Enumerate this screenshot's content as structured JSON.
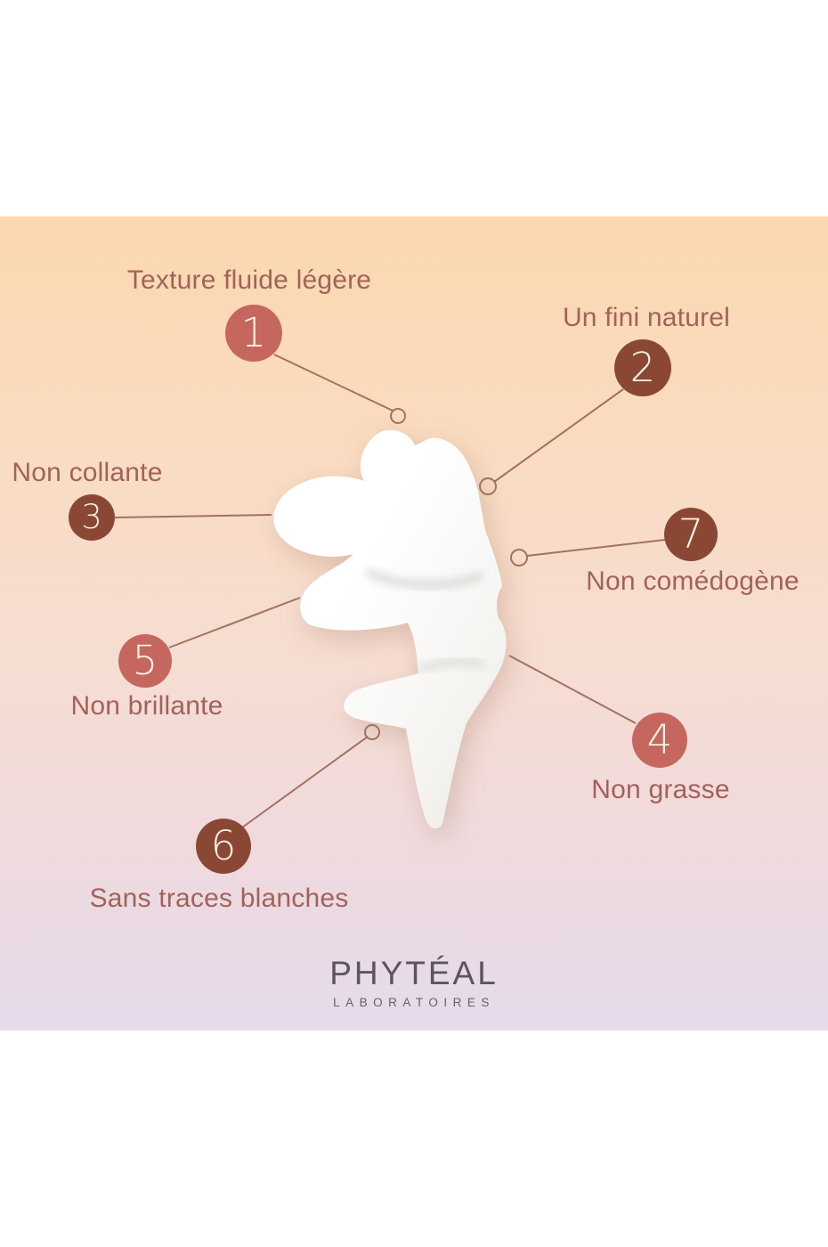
{
  "brand": {
    "name": "PHYTÉAL",
    "subtitle": "LABORATOIRES"
  },
  "features": [
    {
      "number": "1",
      "label": "Texture fluide légère",
      "tone": "light"
    },
    {
      "number": "2",
      "label": "Un fini naturel",
      "tone": "dark"
    },
    {
      "number": "3",
      "label": "Non collante",
      "tone": "dark"
    },
    {
      "number": "4",
      "label": "Non grasse",
      "tone": "light"
    },
    {
      "number": "5",
      "label": "Non brillante",
      "tone": "light"
    },
    {
      "number": "6",
      "label": "Sans traces blanches",
      "tone": "dark"
    },
    {
      "number": "7",
      "label": "Non comédogène",
      "tone": "dark"
    }
  ],
  "colors": {
    "circle_light": "#c5675e",
    "circle_dark": "#8a4834",
    "numeral": "#f7f1e3",
    "label_text": "#a2625a",
    "line": "#9b6a55",
    "logo": "#5b5462",
    "bg_top": "#fbd8ae",
    "bg_bottom": "#e5dbeb",
    "cream": "#fdfdfb"
  }
}
